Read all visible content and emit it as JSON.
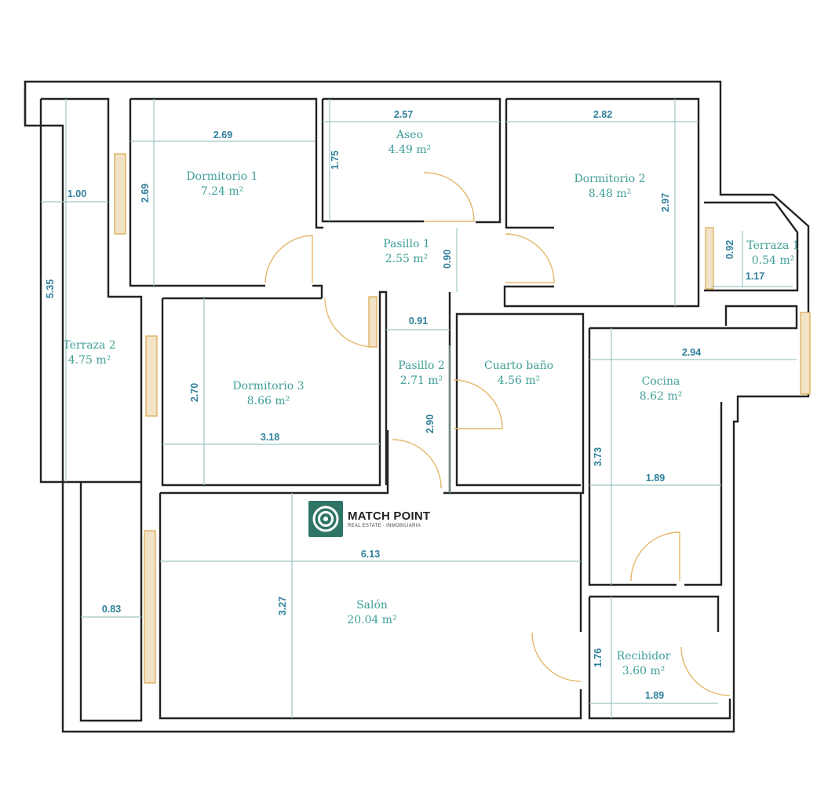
{
  "logo": {
    "name": "MATCH POINT",
    "tagline": "REAL ESTATE · INMOBILIARIA",
    "color": "#2f7566"
  },
  "rooms": [
    {
      "key": "dormitorio1",
      "name": "Dormitorio 1",
      "area": "7.24 m²"
    },
    {
      "key": "aseo",
      "name": "Aseo",
      "area": "4.49 m²"
    },
    {
      "key": "dormitorio2",
      "name": "Dormitorio 2",
      "area": "8.48 m²"
    },
    {
      "key": "terraza1",
      "name": "Terraza 1",
      "area": "0.54 m²"
    },
    {
      "key": "pasillo1",
      "name": "Pasillo 1",
      "area": "2.55 m²"
    },
    {
      "key": "terraza2",
      "name": "Terraza 2",
      "area": "4.75 m²"
    },
    {
      "key": "dormitorio3",
      "name": "Dormitorio 3",
      "area": "8.66 m²"
    },
    {
      "key": "pasillo2",
      "name": "Pasillo 2",
      "area": "2.71 m²"
    },
    {
      "key": "cuartobano",
      "name": "Cuarto baño",
      "area": "4.56 m²"
    },
    {
      "key": "cocina",
      "name": "Cocina",
      "area": "8.62 m²"
    },
    {
      "key": "salon",
      "name": "Salón",
      "area": "20.04 m²"
    },
    {
      "key": "recibidor",
      "name": "Recibidor",
      "area": "3.60 m²"
    }
  ],
  "dimensions": [
    {
      "key": "d_dorm1_w",
      "label": "2.69"
    },
    {
      "key": "d_dorm1_h",
      "label": "2.69"
    },
    {
      "key": "d_aseo_w",
      "label": "2.57"
    },
    {
      "key": "d_aseo_h",
      "label": "1.75"
    },
    {
      "key": "d_dorm2_w",
      "label": "2.82"
    },
    {
      "key": "d_dorm2_h",
      "label": "2.97"
    },
    {
      "key": "d_terr1_h",
      "label": "0.92"
    },
    {
      "key": "d_terr1_w",
      "label": "1.17"
    },
    {
      "key": "d_pas1_h",
      "label": "0.90"
    },
    {
      "key": "d_terr2_w",
      "label": "1.00"
    },
    {
      "key": "d_terr2_h",
      "label": "5.35"
    },
    {
      "key": "d_terr2_w2",
      "label": "0.83"
    },
    {
      "key": "d_pas2_w",
      "label": "0.91"
    },
    {
      "key": "d_pas2_h",
      "label": "2.90"
    },
    {
      "key": "d_dorm3_h",
      "label": "2.70"
    },
    {
      "key": "d_dorm3_w",
      "label": "3.18"
    },
    {
      "key": "d_cocina_w",
      "label": "2.94"
    },
    {
      "key": "d_cocina_h",
      "label": "3.73"
    },
    {
      "key": "d_cocina_w2",
      "label": "1.89"
    },
    {
      "key": "d_salon_w",
      "label": "6.13"
    },
    {
      "key": "d_salon_h",
      "label": "3.27"
    },
    {
      "key": "d_recib_h",
      "label": "1.76"
    },
    {
      "key": "d_recib_w",
      "label": "1.89"
    }
  ]
}
